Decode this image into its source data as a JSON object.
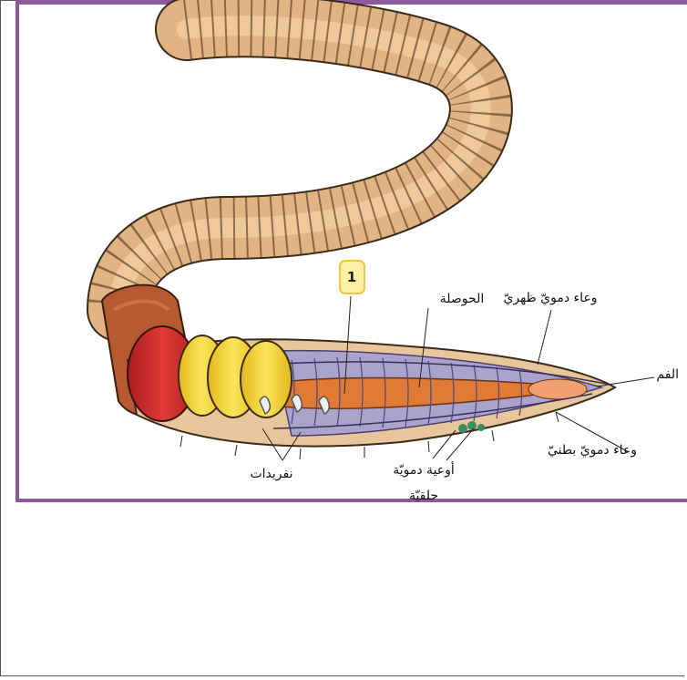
{
  "diagram": {
    "callout_number": "1",
    "labels": {
      "dorsal_vessel": "وعاء دمويّ ظهريّ",
      "crop": "الحوصلة",
      "mouth": "الفم",
      "ventral_vessel": "وعاء دمويّ بطنيّ",
      "ring_vessels_line1": "أوعية دمويّة",
      "ring_vessels_line2": "حلقيّة",
      "nephridia": "نفريدات"
    },
    "colors": {
      "frame": "#8c5a9c",
      "worm_body": "#e3b483",
      "clitellum": "#b65a32",
      "hearts_red": "#d8262c",
      "hearts_yellow": "#f2d12a",
      "cavity": "#aaa4cc",
      "gut": "#e07a34",
      "callout_bg": "#fdf0a6"
    },
    "icons": [
      "earthworm-illustration"
    ]
  }
}
